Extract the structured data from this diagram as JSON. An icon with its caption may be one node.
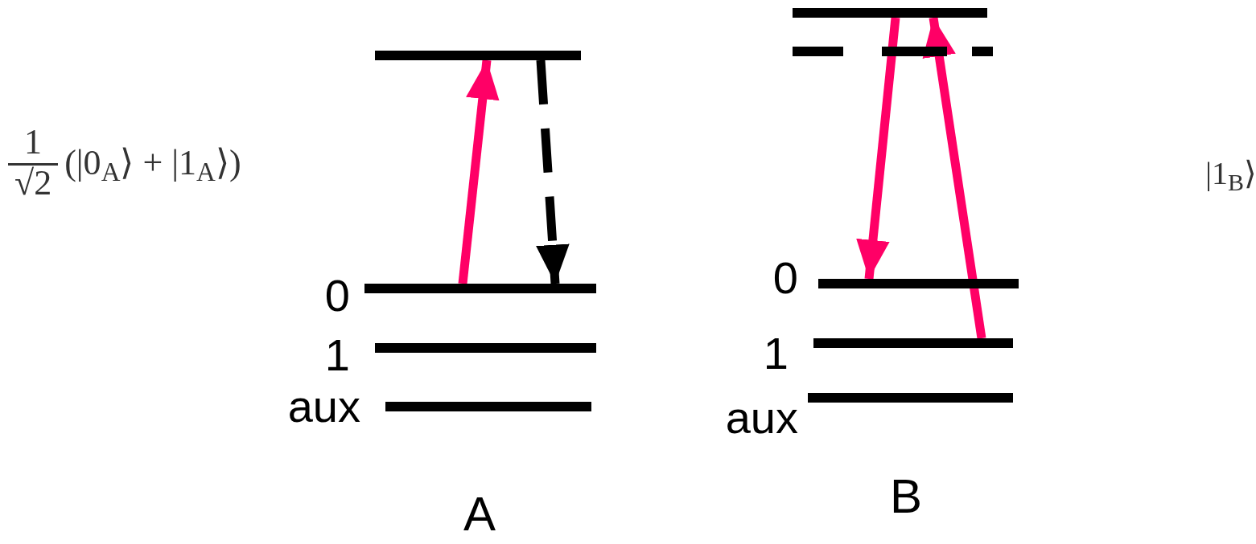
{
  "diagram": {
    "nodes": [
      {
        "text": [],
        "shape": "bar"
      },
      {
        "text": [],
        "shape": "bar",
        "beside": [
          "0"
        ]
      },
      {
        "text": [],
        "shape": "bar",
        "beside": [
          "1"
        ]
      },
      {
        "text": [],
        "shape": "bar",
        "beside": [
          "aux"
        ]
      },
      {
        "text": [],
        "shape": "bar"
      },
      {
        "text": [],
        "shape": "bar"
      },
      {
        "text": [],
        "shape": "bar",
        "beside": [
          "0"
        ]
      },
      {
        "text": [],
        "shape": "bar",
        "beside": [
          "1"
        ]
      },
      {
        "text": [],
        "shape": "bar",
        "beside": [
          "aux"
        ]
      }
    ],
    "edges": [
      {
        "from": 1,
        "to": 0,
        "arrow": "to"
      },
      {
        "from": 0,
        "to": 1,
        "arrow": "to",
        "style": "dashed",
        "color": "#000000"
      },
      {
        "from": 4,
        "to": 6,
        "arrow": "to"
      },
      {
        "from": 7,
        "to": 4,
        "arrow": "to"
      }
    ],
    "labels": [
      "1",
      "√2",
      "(|0$_{A}$⟩ + |1$_{A}$⟩)",
      "|1$_{B}$⟩",
      "A",
      "B"
    ]
  }
}
